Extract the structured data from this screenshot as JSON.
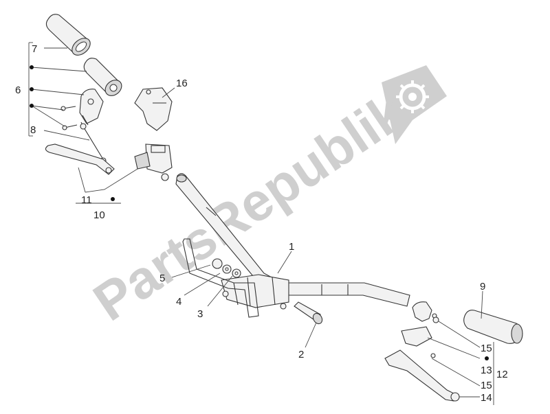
{
  "watermark": {
    "text": "PartsRepublik",
    "icon": "gear-icon"
  },
  "labels": {
    "l1": "1",
    "l2": "2",
    "l3": "3",
    "l4": "4",
    "l5": "5",
    "l6": "6",
    "l7": "7",
    "l8": "8",
    "l9": "9",
    "l10": "10",
    "l11": "11",
    "l12": "12",
    "l13": "13",
    "l14": "14",
    "l15a": "15",
    "l15b": "15",
    "l16": "16"
  }
}
